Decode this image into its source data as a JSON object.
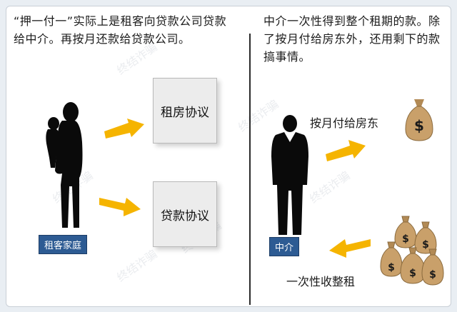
{
  "left_text": "“押一付一”实际上是租客向贷款公司贷款给中介。再按月还款给贷款公司。",
  "right_text": "中介一次性得到整个租期的款。除了按月付给房东外，还用剩下的款搞事情。",
  "doc_rental": "租房协议",
  "doc_loan": "贷款协议",
  "tag_family": "租客家庭",
  "tag_agent": "中介",
  "label_rent": "按月付给房东",
  "label_lump": "一次性收整租",
  "watermark": "终结诈骗",
  "colors": {
    "arrow": "#f5b400",
    "tag": "#2d5b93",
    "bag": "#c9a06a",
    "silhouette": "#0a0a0a"
  }
}
